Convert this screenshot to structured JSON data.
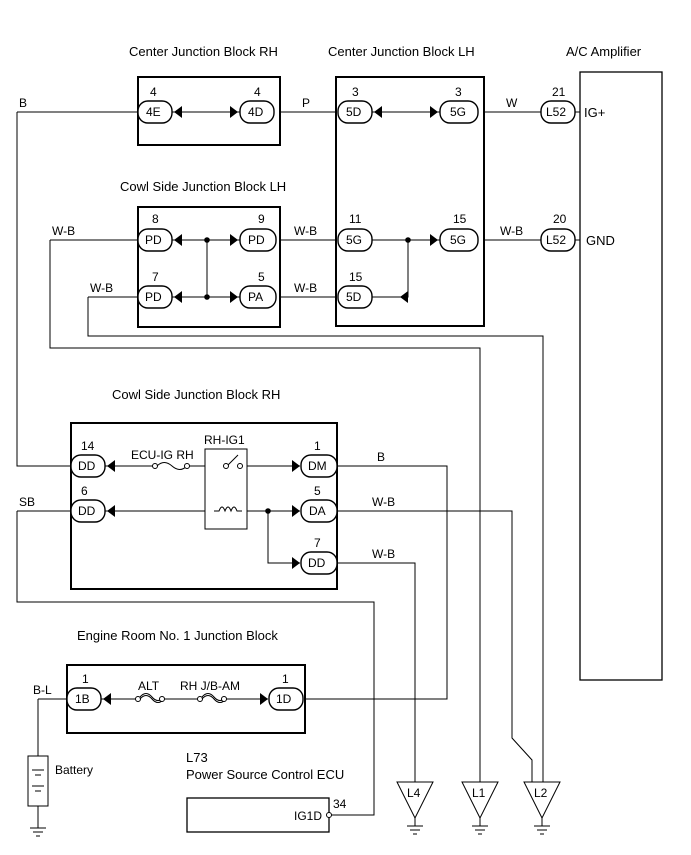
{
  "blocks": {
    "center_jb_rh": "Center Junction Block RH",
    "center_jb_lh": "Center Junction Block LH",
    "ac_amplifier": "A/C Amplifier",
    "cowl_lh": "Cowl Side Junction Block LH",
    "cowl_rh": "Cowl Side Junction Block RH",
    "engine_room": "Engine Room No. 1 Junction Block",
    "ecu_code": "L73",
    "ecu_name": "Power Source Control ECU"
  },
  "connectors": {
    "c4e": {
      "pin": "4",
      "code": "4E"
    },
    "c4d": {
      "pin": "4",
      "code": "4D"
    },
    "c5d_top": {
      "pin": "3",
      "code": "5D"
    },
    "c5g_top": {
      "pin": "3",
      "code": "5G"
    },
    "c_l52_ig": {
      "pin": "21",
      "code": "L52"
    },
    "c_pd8": {
      "pin": "8",
      "code": "PD"
    },
    "c_pd9": {
      "pin": "9",
      "code": "PD"
    },
    "c_5g11": {
      "pin": "11",
      "code": "5G"
    },
    "c_5g15": {
      "pin": "15",
      "code": "5G"
    },
    "c_l52_gnd": {
      "pin": "20",
      "code": "L52"
    },
    "c_pd7": {
      "pin": "7",
      "code": "PD"
    },
    "c_pa5": {
      "pin": "5",
      "code": "PA"
    },
    "c_5d15": {
      "pin": "15",
      "code": "5D"
    },
    "c_dd14": {
      "pin": "14",
      "code": "DD"
    },
    "c_dm1": {
      "pin": "1",
      "code": "DM"
    },
    "c_dd6": {
      "pin": "6",
      "code": "DD"
    },
    "c_da5": {
      "pin": "5",
      "code": "DA"
    },
    "c_dd7": {
      "pin": "7",
      "code": "DD"
    },
    "c_1b": {
      "pin": "1",
      "code": "1B"
    },
    "c_1d": {
      "pin": "1",
      "code": "1D"
    }
  },
  "terminals": {
    "ig_plus": "IG+",
    "gnd": "GND",
    "ig1d": "IG1D",
    "ig1d_pin": "34"
  },
  "wires": {
    "b_left": "B",
    "p": "P",
    "w": "W",
    "wb_1": "W-B",
    "wb_2": "W-B",
    "wb_3": "W-B",
    "wb_4": "W-B",
    "wb_5": "W-B",
    "b_dm": "B",
    "wb_da": "W-B",
    "wb_dd": "W-B",
    "sb": "SB",
    "bl": "B-L"
  },
  "components": {
    "ecu_ig_rh": "ECU-IG RH",
    "rh_ig1": "RH-IG1",
    "alt": "ALT",
    "rh_jb_am": "RH J/B-AM",
    "battery": "Battery"
  },
  "grounds": {
    "l4": "L4",
    "l1": "L1",
    "l2": "L2"
  }
}
